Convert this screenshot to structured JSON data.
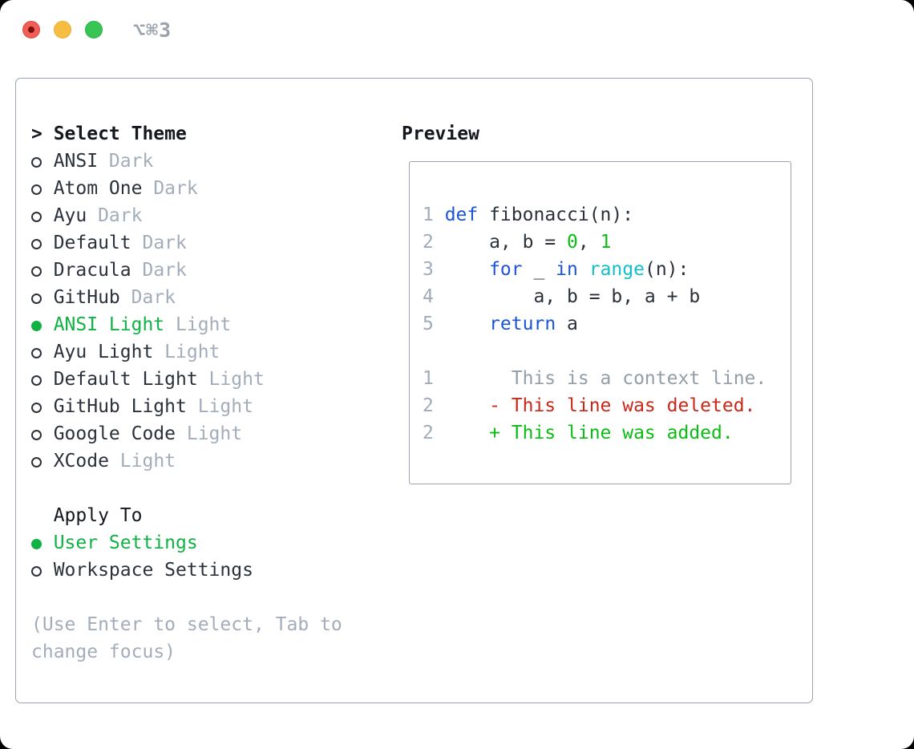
{
  "window": {
    "title_shortcut": "⌥⌘3"
  },
  "picker": {
    "prompt": ">",
    "title": "Select Theme",
    "themes": [
      {
        "name": "ANSI",
        "variant": "Dark",
        "selected": false
      },
      {
        "name": "Atom One",
        "variant": "Dark",
        "selected": false
      },
      {
        "name": "Ayu",
        "variant": "Dark",
        "selected": false
      },
      {
        "name": "Default",
        "variant": "Dark",
        "selected": false
      },
      {
        "name": "Dracula",
        "variant": "Dark",
        "selected": false
      },
      {
        "name": "GitHub",
        "variant": "Dark",
        "selected": false
      },
      {
        "name": "ANSI Light",
        "variant": "Light",
        "selected": true
      },
      {
        "name": "Ayu Light",
        "variant": "Light",
        "selected": false
      },
      {
        "name": "Default Light",
        "variant": "Light",
        "selected": false
      },
      {
        "name": "GitHub Light",
        "variant": "Light",
        "selected": false
      },
      {
        "name": "Google Code",
        "variant": "Light",
        "selected": false
      },
      {
        "name": "XCode",
        "variant": "Light",
        "selected": false
      }
    ],
    "apply_to": {
      "title": "Apply To",
      "options": [
        {
          "label": "User Settings",
          "selected": true
        },
        {
          "label": "Workspace Settings",
          "selected": false
        }
      ]
    },
    "hint": "(Use Enter to select, Tab to change focus)"
  },
  "preview": {
    "title": "Preview",
    "lines": [
      {
        "num": "1",
        "segments": [
          {
            "t": "def",
            "c": "keyword"
          },
          {
            "t": " fibonacci(n):",
            "c": "plain"
          }
        ]
      },
      {
        "num": "2",
        "segments": [
          {
            "t": "    a, b = ",
            "c": "plain"
          },
          {
            "t": "0",
            "c": "number"
          },
          {
            "t": ", ",
            "c": "plain"
          },
          {
            "t": "1",
            "c": "number"
          }
        ]
      },
      {
        "num": "3",
        "segments": [
          {
            "t": "    ",
            "c": "plain"
          },
          {
            "t": "for",
            "c": "keyword"
          },
          {
            "t": " _ ",
            "c": "plain"
          },
          {
            "t": "in",
            "c": "keyword"
          },
          {
            "t": " ",
            "c": "plain"
          },
          {
            "t": "range",
            "c": "builtin"
          },
          {
            "t": "(n):",
            "c": "plain"
          }
        ]
      },
      {
        "num": "4",
        "segments": [
          {
            "t": "        a, b = b, a + b",
            "c": "plain"
          }
        ]
      },
      {
        "num": "5",
        "segments": [
          {
            "t": "    ",
            "c": "plain"
          },
          {
            "t": "return",
            "c": "keyword"
          },
          {
            "t": " a",
            "c": "plain"
          }
        ]
      },
      {
        "num": "",
        "segments": []
      },
      {
        "num": "1",
        "segments": [
          {
            "t": "      This is a context line.",
            "c": "context"
          }
        ]
      },
      {
        "num": "2",
        "segments": [
          {
            "t": "    - This line was deleted.",
            "c": "deleted"
          }
        ]
      },
      {
        "num": "2",
        "segments": [
          {
            "t": "    + This line was added.",
            "c": "added"
          }
        ]
      }
    ]
  },
  "colors": {
    "selection_green": "#10b244",
    "keyword_blue": "#1c55d4",
    "builtin_cyan": "#13bfc7",
    "number_green": "#09bd12",
    "added_green": "#09bd12",
    "deleted_red": "#c92818",
    "muted_gray": "#a3adb9",
    "border_gray": "#9aa3af"
  }
}
